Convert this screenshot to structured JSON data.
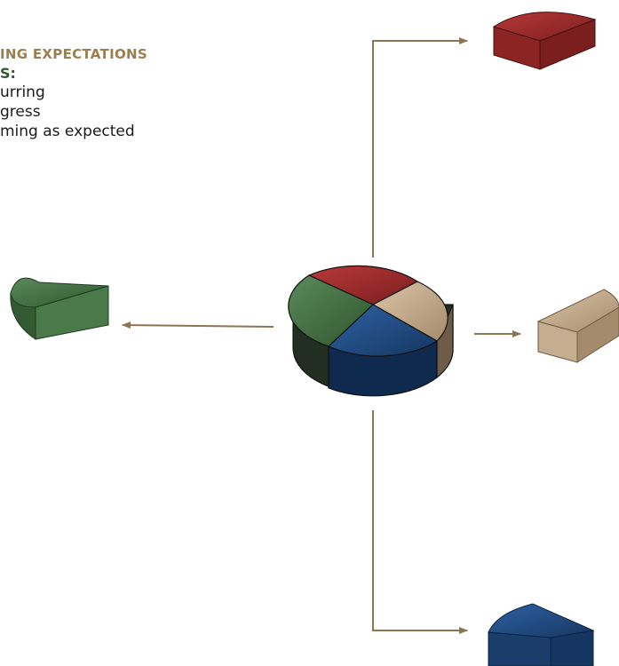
{
  "text": {
    "heading": "ING EXPECTATIONS",
    "subheading": "S:",
    "bullets": [
      "urring",
      "gress",
      "ming as expected"
    ]
  },
  "colors": {
    "heading": "#9a8051",
    "subheading": "#2e5a2e",
    "arrow": "#8e7552",
    "red": "#9b2a2a",
    "tan": "#c2aa8c",
    "green": "#3e6a3e",
    "blue": "#1e4478"
  },
  "icons": {
    "center": "pie-chart-3d",
    "top_right": "red-pie-slice",
    "right": "tan-pie-slice",
    "left": "green-pie-slice",
    "bottom_right": "blue-pie-slice"
  }
}
